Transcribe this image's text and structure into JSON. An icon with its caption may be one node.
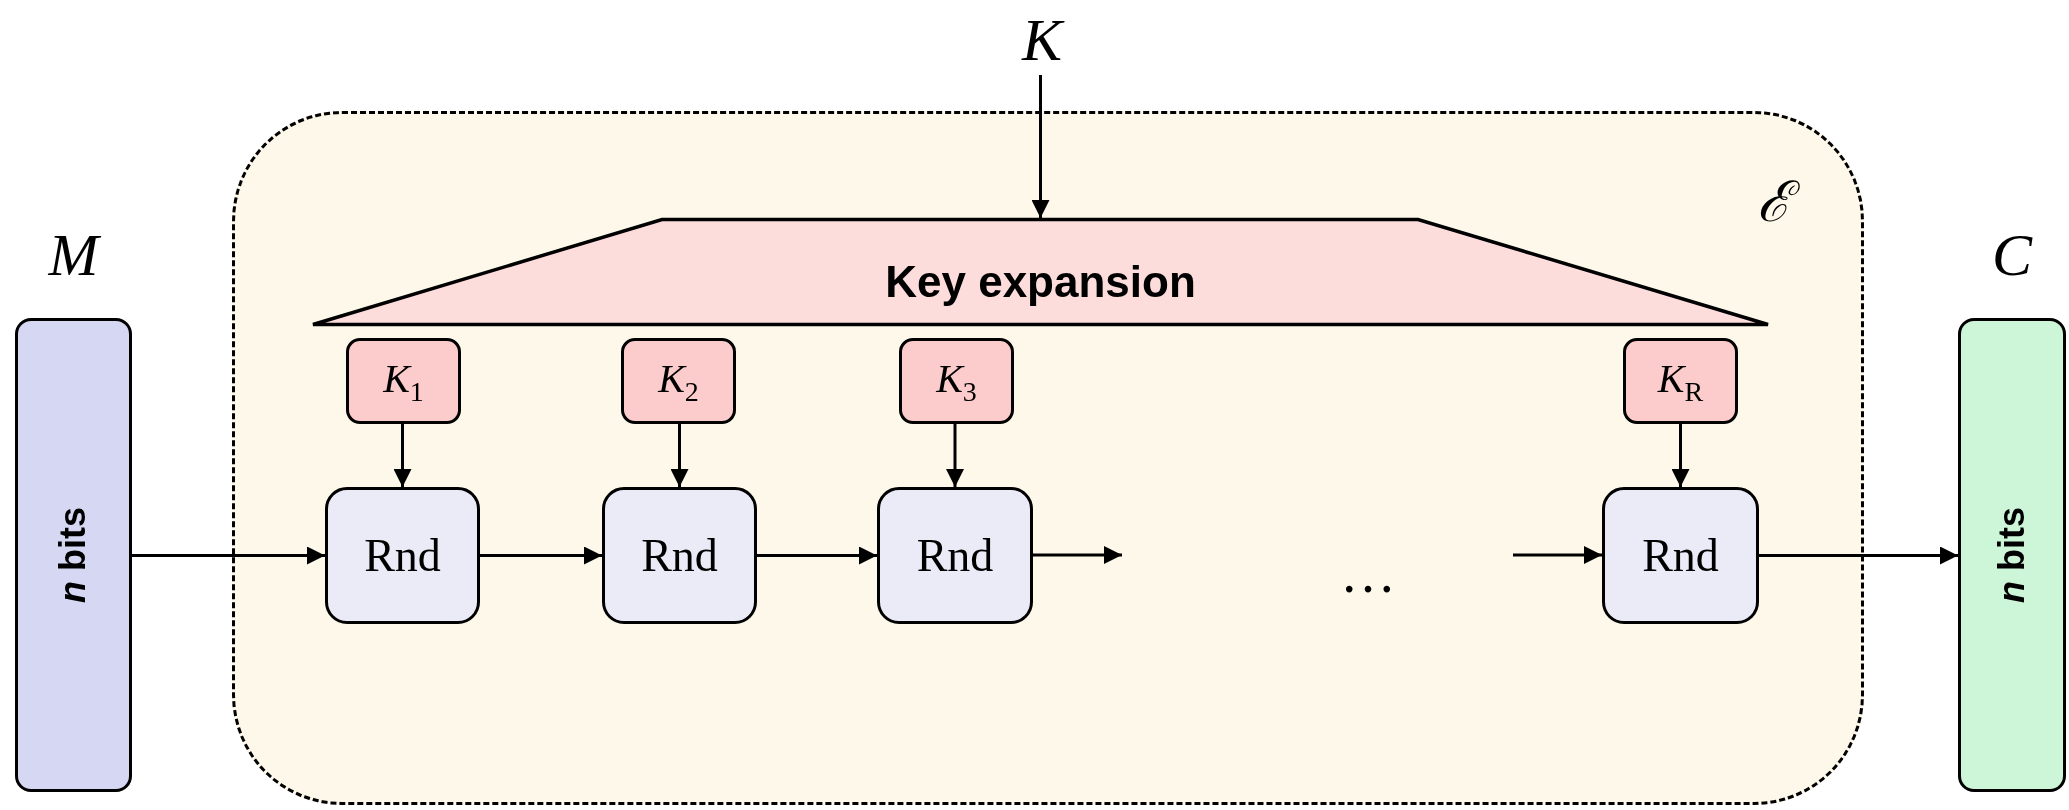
{
  "diagram": {
    "nodes": [
      {
        "text": [
          "M",
          "*n* bits"
        ]
      },
      {
        "text": [
          "ℰ"
        ]
      },
      {
        "text": [
          "K"
        ]
      },
      {
        "text": [
          "Key expansion"
        ],
        "in": 1
      },
      {
        "text": [
          "*K*$_{1}$"
        ],
        "in": 1
      },
      {
        "text": [
          "*K*$_{2}$"
        ],
        "in": 1
      },
      {
        "text": [
          "*K*$_{3}$"
        ],
        "in": 1
      },
      {
        "text": [
          "*K*$_{R}$"
        ],
        "in": 1
      },
      {
        "text": [
          "Rnd"
        ],
        "in": 1
      },
      {
        "text": [
          "Rnd"
        ],
        "in": 1
      },
      {
        "text": [
          "Rnd"
        ],
        "in": 1
      },
      {
        "text": [
          "Rnd"
        ],
        "in": 1
      },
      {
        "text": [
          "C",
          "*n* bits"
        ]
      }
    ],
    "edges": [
      {
        "from": 2,
        "to": 3,
        "arrow": "to"
      },
      {
        "from": 0,
        "to": 8,
        "arrow": "to"
      },
      {
        "from": 8,
        "to": 9,
        "arrow": "to"
      },
      {
        "from": 9,
        "to": 10,
        "arrow": "to"
      },
      {
        "from": 10,
        "to": null,
        "arrow": "to"
      },
      {
        "from": null,
        "to": 11,
        "arrow": "to"
      },
      {
        "from": 4,
        "to": 8,
        "arrow": "to"
      },
      {
        "from": 5,
        "to": 9,
        "arrow": "to"
      },
      {
        "from": 6,
        "to": 10,
        "arrow": "to"
      },
      {
        "from": 7,
        "to": 11,
        "arrow": "to"
      },
      {
        "from": 11,
        "to": 12,
        "arrow": "to"
      }
    ],
    "labels": [
      "…"
    ]
  }
}
